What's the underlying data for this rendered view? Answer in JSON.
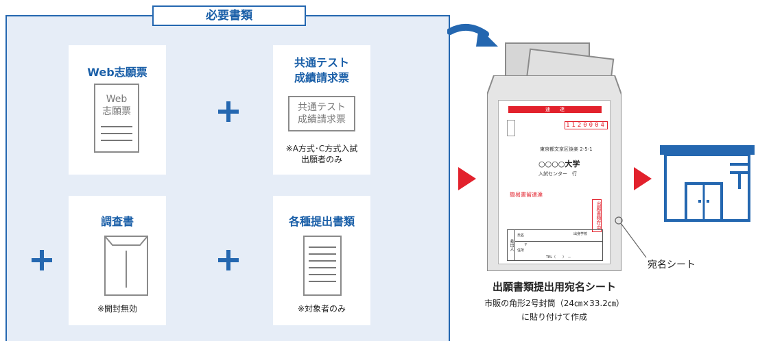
{
  "panel": {
    "title": "必要書類",
    "cards": {
      "web": {
        "title": "Web志願票",
        "doc_line1": "Web",
        "doc_line2": "志願票"
      },
      "kyotsu": {
        "title_line1": "共通テスト",
        "title_line2": "成績請求票",
        "doc_line1": "共通テスト",
        "doc_line2": "成績請求票",
        "note_line1": "※A方式･C方式入試",
        "note_line2": "出願者のみ"
      },
      "chosa": {
        "title": "調査書",
        "note": "※開封無効"
      },
      "kakushu": {
        "title": "各種提出書類",
        "note": "※対象者のみ"
      }
    }
  },
  "envelope": {
    "express_label": "速　　達",
    "postal_code": "1120004",
    "address": "東京都文京区後楽 2-5-1",
    "university": "○○○○大学",
    "center": "入試センター　行",
    "registered": "簡易書留速達",
    "inside_label": "出願書類在中",
    "form_side": "差出人",
    "form_name": "氏名",
    "form_school": "出身学校",
    "form_zip": "〒",
    "form_address": "住所",
    "form_tel": "TEL（　　）　－"
  },
  "sheet_label": "宛名シート",
  "caption": {
    "title": "出願書類提出用宛名シート",
    "line1": "市販の角形2号封筒（24㎝×33.2㎝）",
    "line2": "に貼り付けて作成"
  },
  "colors": {
    "blue": "#2467b0",
    "red": "#e2212c",
    "panel_bg": "#e6edf7",
    "envelope": "#e5e5e5"
  },
  "icons": [
    "plus-icon",
    "arrow-icon",
    "triangle-arrow-icon",
    "post-office-icon"
  ]
}
